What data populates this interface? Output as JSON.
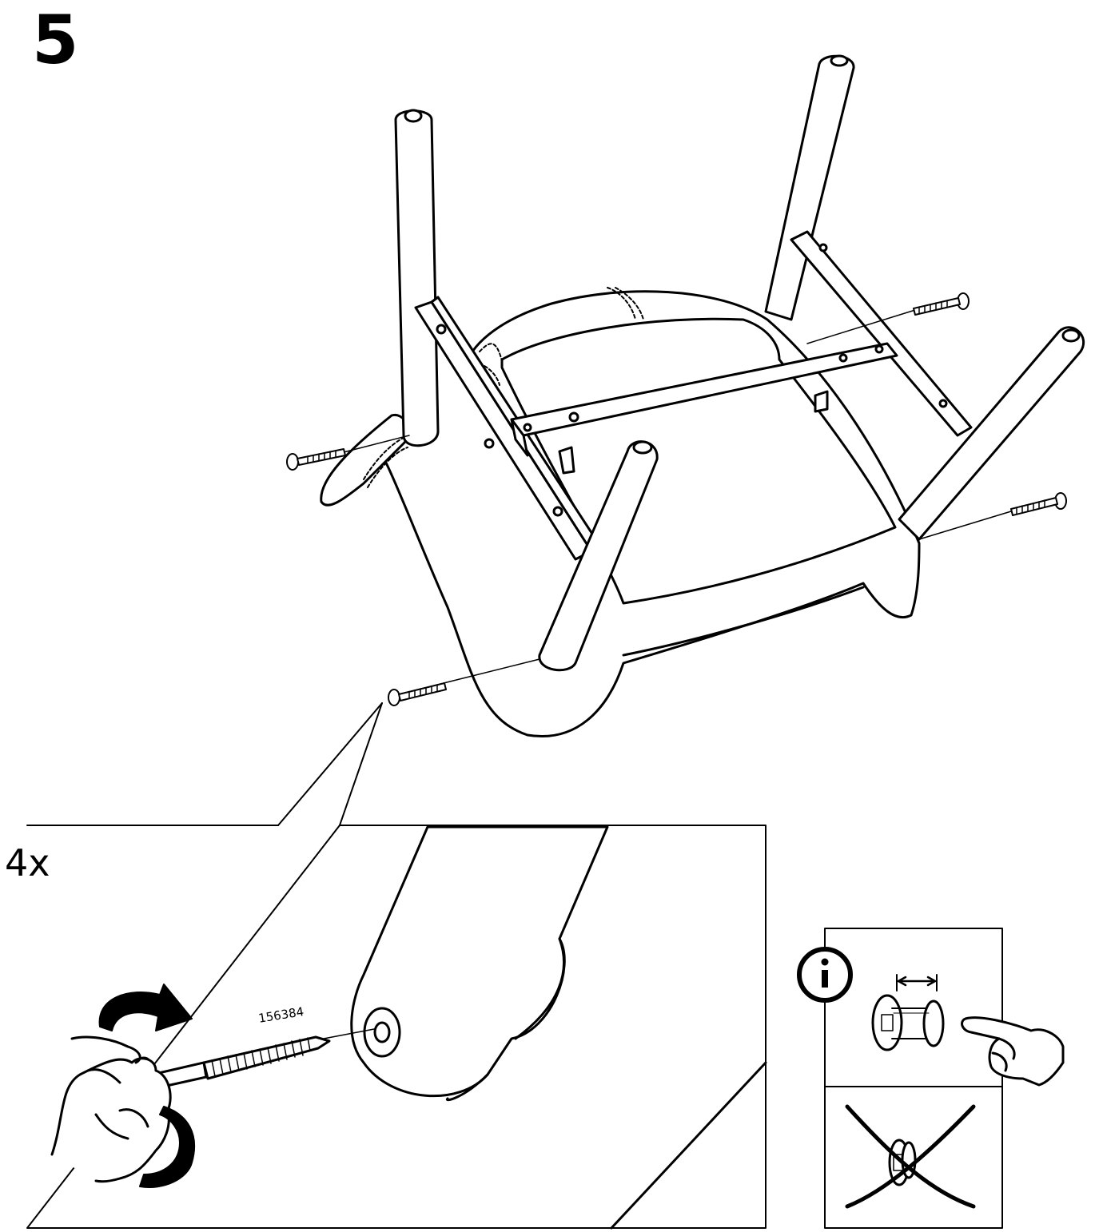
{
  "step": {
    "number": "5"
  },
  "detail": {
    "quantity": "4x",
    "part_number": "156384"
  },
  "info_panel": {
    "icon": "info-icon",
    "correct": "screw-gap-check",
    "incorrect": "screw-cross-out"
  },
  "colors": {
    "line": "#000000",
    "background": "#ffffff"
  }
}
